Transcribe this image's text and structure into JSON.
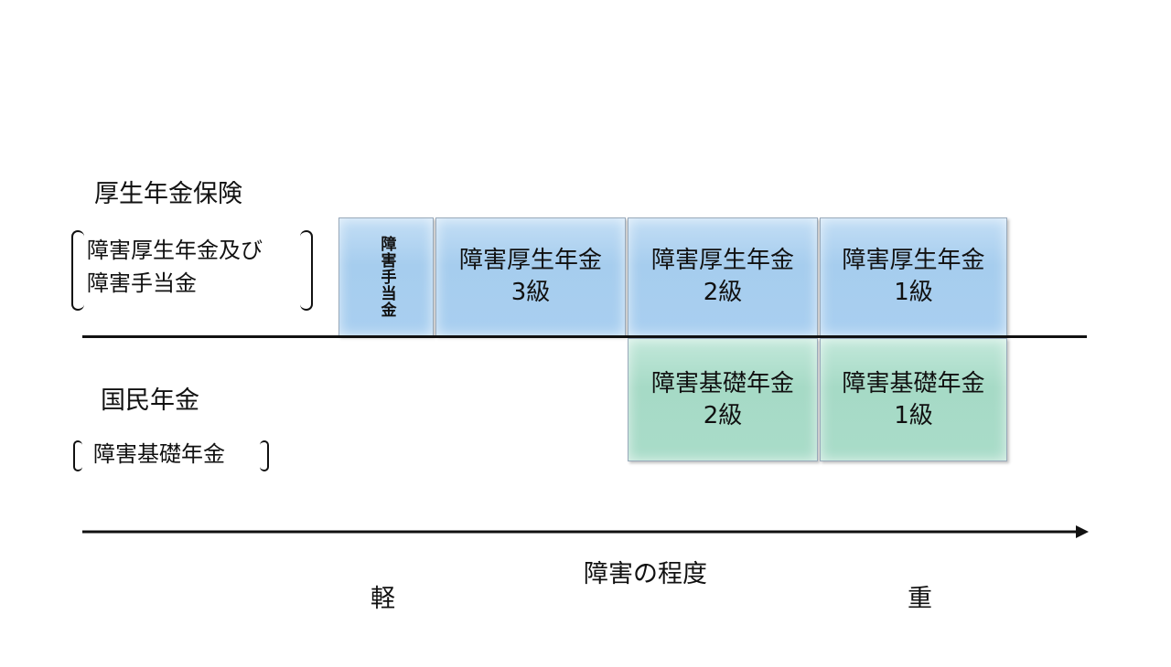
{
  "kosei": {
    "title": "厚生年金保険",
    "sub_line1": "障害厚生年金及び",
    "sub_line2": "障害手当金"
  },
  "kokumin": {
    "title": "国民年金",
    "sub": "障害基礎年金"
  },
  "blue_boxes": [
    {
      "line1": "障害手当金"
    },
    {
      "line1": "障害厚生年金",
      "line2": "3級"
    },
    {
      "line1": "障害厚生年金",
      "line2": "2級"
    },
    {
      "line1": "障害厚生年金",
      "line2": "1級"
    }
  ],
  "green_boxes": [
    {
      "line1": "障害基礎年金",
      "line2": "2級"
    },
    {
      "line1": "障害基礎年金",
      "line2": "1級"
    }
  ],
  "axis": {
    "label": "障害の程度",
    "light": "軽",
    "heavy": "重"
  },
  "colors": {
    "blue": "#a9cfee",
    "green": "#a8dcc8"
  }
}
